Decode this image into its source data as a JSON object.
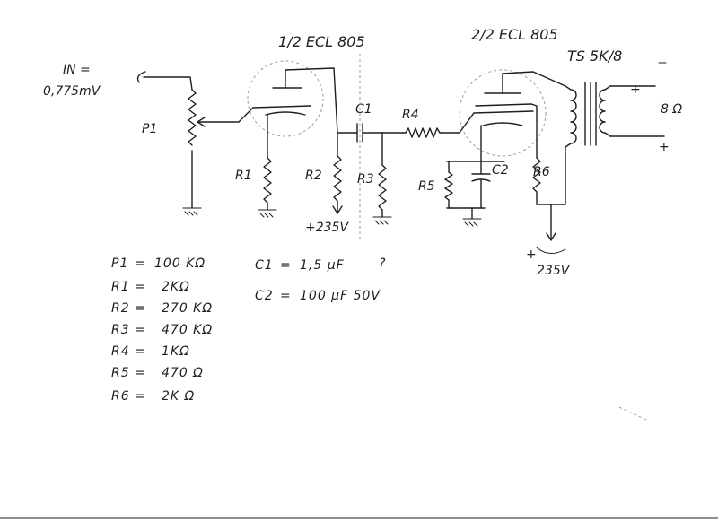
{
  "labels": {
    "tube1": "1/2 ECL 805",
    "tube2": "2/2 ECL 805",
    "transformer": "TS 5K/8",
    "input_line1": "IN =",
    "input_line2": "0,775mV",
    "speaker": "8 Ω",
    "plus_top": "+",
    "plus_bottom": "+",
    "c1": "C1",
    "r4": "R4",
    "p1": "P1",
    "r1": "R1",
    "r2": "R2",
    "r3": "R3",
    "r5": "R5",
    "c2": "C2",
    "r6": "R6",
    "supply1": "+235V",
    "supply2_plus": "+",
    "supply2": "235V",
    "question": "?"
  },
  "parts_list": [
    {
      "id": "P1",
      "value": "100 KΩ"
    },
    {
      "id": "R1",
      "value": "2KΩ"
    },
    {
      "id": "R2",
      "value": "270 KΩ"
    },
    {
      "id": "R3",
      "value": "470 KΩ"
    },
    {
      "id": "R4",
      "value": "1KΩ"
    },
    {
      "id": "R5",
      "value": "470 Ω"
    },
    {
      "id": "R6",
      "value": "2K Ω"
    }
  ],
  "capacitors": [
    {
      "id": "C1",
      "value": "1,5 μF"
    },
    {
      "id": "C2",
      "value": "100 μF 50V"
    }
  ]
}
